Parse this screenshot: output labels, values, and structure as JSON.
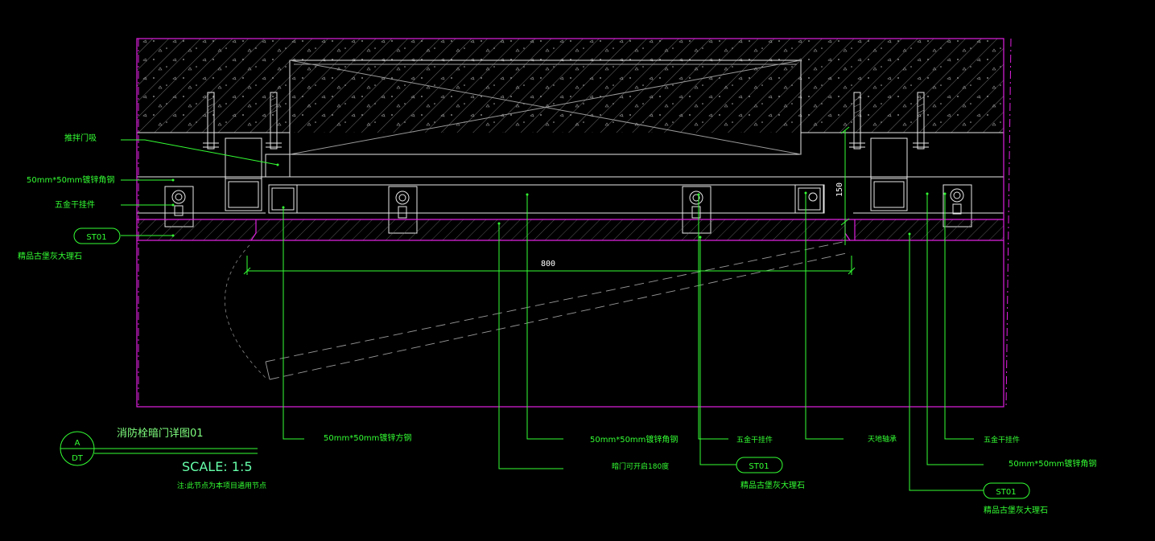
{
  "drawing": {
    "colors": {
      "background": "#000000",
      "outline": "#e020e0",
      "annotation": "#33ff33",
      "structure": "#e8e8e8"
    },
    "callouts": {
      "door_stop": "推拌门吸",
      "angle_steel_left": "50mm*50mm镀锌角钢",
      "hanger_left": "五金干挂件",
      "st01_left": "ST01",
      "marble_left": "精品古堡灰大理石",
      "square_tube": "50mm*50mm镀锌方钢",
      "angle_steel_mid": "50mm*50mm镀锌角钢",
      "hanger_mid": "五金干挂件",
      "pivot_hinge": "天地轴承",
      "hanger_right": "五金干挂件",
      "door_open": "暗门可开启180度",
      "st01_mid": "ST01",
      "marble_mid": "精品古堡灰大理石",
      "angle_steel_right": "50mm*50mm镀锌角钢",
      "st01_right": "ST01",
      "marble_right": "精品古堡灰大理石"
    },
    "dimensions": {
      "width": "800",
      "height": "150"
    },
    "title_block": {
      "symbol_top": "A",
      "symbol_bottom": "DT",
      "title": "消防栓暗门详图01",
      "scale": "SCALE: 1:5",
      "note": "注:此节点为本项目通用节点"
    }
  }
}
